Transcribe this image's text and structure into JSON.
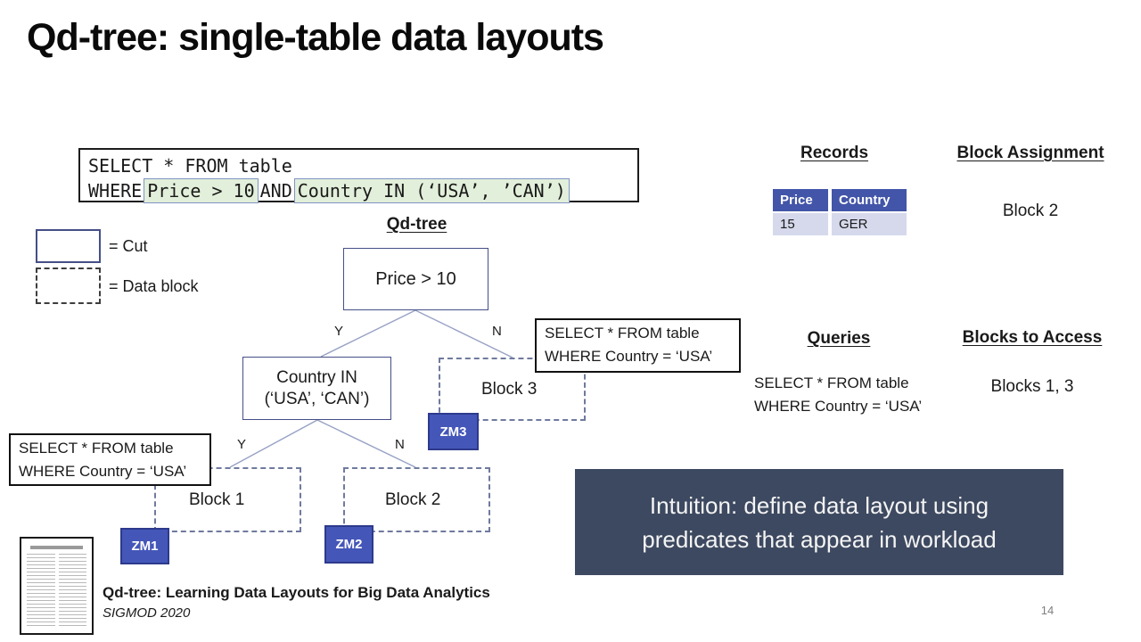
{
  "slide": {
    "title": "Qd-tree: single-table data layouts",
    "page_number": "14"
  },
  "query_box": {
    "line1": "SELECT * FROM table",
    "where_kw": "WHERE",
    "predicate1": "Price > 10",
    "and_kw": "AND",
    "predicate2": "Country IN (‘USA’, ’CAN’)"
  },
  "legend": {
    "cut_label": "= Cut",
    "data_block_label": "= Data block"
  },
  "tree": {
    "heading": "Qd-tree",
    "root_label": "Price > 10",
    "child_line1": "Country IN",
    "child_line2": "(‘USA’, ‘CAN’)",
    "level1_yes": "Y",
    "level1_no": "N",
    "level2_yes": "Y",
    "level2_no": "N",
    "block1_label": "Block 1",
    "block2_label": "Block 2",
    "block3_label": "Block 3",
    "zm1_label": "ZM1",
    "zm2_label": "ZM2",
    "zm3_label": "ZM3"
  },
  "callout_query": {
    "line1": "SELECT * FROM table",
    "line2": "WHERE Country = ‘USA’"
  },
  "records_panel": {
    "heading": "Records",
    "table": {
      "headers": [
        "Price",
        "Country"
      ],
      "rows": [
        [
          "15",
          "GER"
        ]
      ]
    },
    "assignment_heading": "Block Assignment",
    "assignment_value": "Block 2"
  },
  "queries_panel": {
    "heading": "Queries",
    "query_line1": "SELECT * FROM table",
    "query_line2": "WHERE Country = ‘USA’",
    "access_heading": "Blocks to Access",
    "access_value": "Blocks 1, 3"
  },
  "intuition": {
    "text": "Intuition: define data layout using predicates that appear in workload"
  },
  "citation": {
    "title": "Qd-tree: Learning Data Layouts for Big Data Analytics",
    "venue": "SIGMOD 2020"
  },
  "colors": {
    "zm_fill": "#4456b8",
    "table_header": "#4355a8",
    "table_row": "#d6d9ec",
    "intuition_bg": "#3d4960",
    "highlight_bg": "#e2efda"
  }
}
